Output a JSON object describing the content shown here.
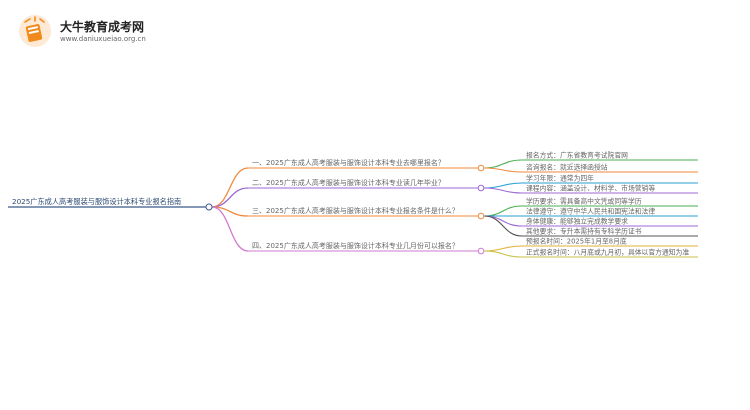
{
  "brand": {
    "name": "大牛教育成考网",
    "url": "www.daniuxueiao.org.cn"
  },
  "root": {
    "label": "2025广东成人高考服装与服饰设计本科专业报名指南",
    "color": "#3a5a8a"
  },
  "branches": [
    {
      "label": "一、2025广东成人高考服装与服饰设计本科专业去哪里报名？",
      "color": "#f08a3c",
      "leaves": [
        {
          "label": "报名方式：广东省教育考试院官网",
          "color": "#4caf50"
        },
        {
          "label": "咨询报名：就近选择函授站",
          "color": "#f08a3c"
        }
      ]
    },
    {
      "label": "二、2025广东成人高考服装与服饰设计本科专业读几年毕业？",
      "color": "#9c6ad6",
      "leaves": [
        {
          "label": "学习年限：通常为四年",
          "color": "#2a9fd6"
        },
        {
          "label": "课程内容：涵盖设计、材料学、市场营销等",
          "color": "#9c6ad6"
        }
      ]
    },
    {
      "label": "三、2025广东成人高考服装与服饰设计本科专业报名条件是什么？",
      "color": "#f08a3c",
      "leaves": [
        {
          "label": "学历要求：需具备高中文凭或同等学历",
          "color": "#4caf50"
        },
        {
          "label": "法律遵守：遵守中华人民共和国宪法和法律",
          "color": "#2a9fd6"
        },
        {
          "label": "身体健康：能够独立完成教学要求",
          "color": "#9c6ad6"
        },
        {
          "label": "其他要求：专升本需持有专科学历证书",
          "color": "#555555"
        }
      ]
    },
    {
      "label": "四、2025广东成人高考服装与服饰设计本科专业几月份可以报名？",
      "color": "#d07ad0",
      "leaves": [
        {
          "label": "预报名时间：2025年1月至8月底",
          "color": "#e0b23a"
        },
        {
          "label": "正式报名时间：八月底或九月初，具体以官方通知为准",
          "color": "#c9c24a"
        }
      ]
    }
  ]
}
